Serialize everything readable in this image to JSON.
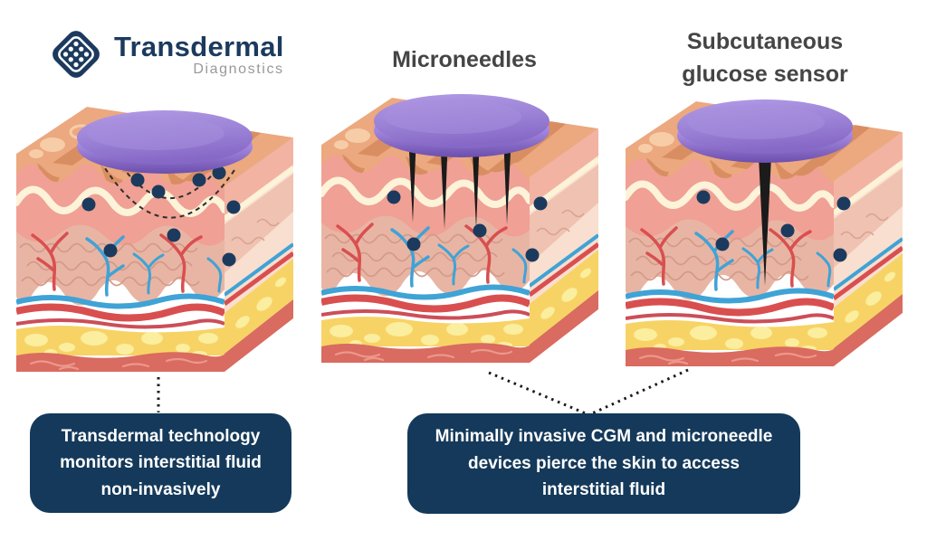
{
  "colors": {
    "brand_navy": "#1C3A5E",
    "caption_box_bg": "#14395A",
    "caption_text": "#FFFFFF",
    "heading_text": "#454545",
    "logo_subtitle_gray": "#97999C",
    "device_purple": "#9B82D6",
    "needle_black": "#1B1B1B",
    "glucose_dot_navy": "#1C3A5E",
    "connector_black": "#1A1A1A"
  },
  "logo": {
    "brand": "Transdermal",
    "subtitle": "Diagnostics",
    "icon": "diamond-dot-grid-icon"
  },
  "headings": {
    "microneedles": "Microneedles",
    "subcutaneous": [
      "Subcutaneous",
      "glucose sensor"
    ]
  },
  "captions": {
    "left": [
      "Transdermal technology",
      "monitors interstitial fluid",
      "non-invasively"
    ],
    "right": [
      "Minimally invasive CGM and microneedle",
      "devices pierce the skin to access",
      "interstitial fluid"
    ]
  }
}
